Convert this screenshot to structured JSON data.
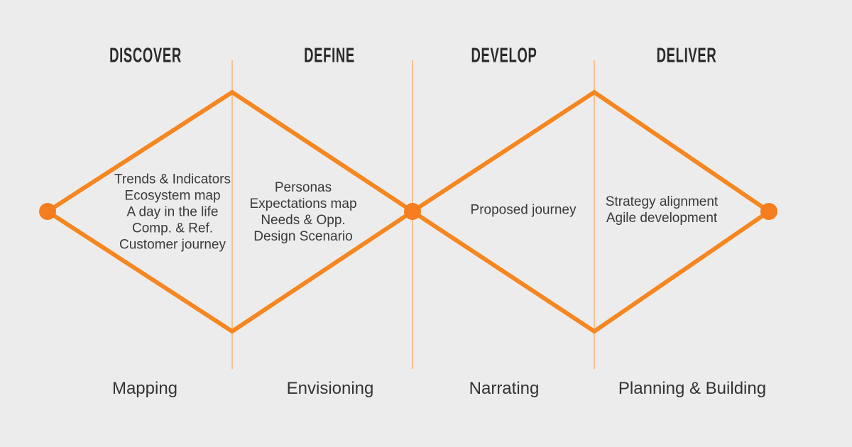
{
  "colors": {
    "background": "#ECECEC",
    "accent": "#F6861F",
    "dot": "#F47D1F",
    "divider": "#FAC093",
    "heading_text": "#2A2A2A",
    "body_text": "#3A3A3A"
  },
  "phases": [
    {
      "title": "DISCOVER",
      "method": "Mapping",
      "activities": [
        "Trends & Indicators",
        "Ecosystem map",
        "A day in the life",
        "Comp. & Ref.",
        "Customer journey"
      ]
    },
    {
      "title": "DEFINE",
      "method": "Envisioning",
      "activities": [
        "Personas",
        "Expectations map",
        "Needs & Opp.",
        "Design Scenario"
      ]
    },
    {
      "title": "DEVELOP",
      "method": "Narrating",
      "activities": [
        "Proposed journey"
      ]
    },
    {
      "title": "DELIVER",
      "method": "Planning & Building",
      "activities": [
        "Strategy alignment",
        "Agile development"
      ]
    }
  ]
}
